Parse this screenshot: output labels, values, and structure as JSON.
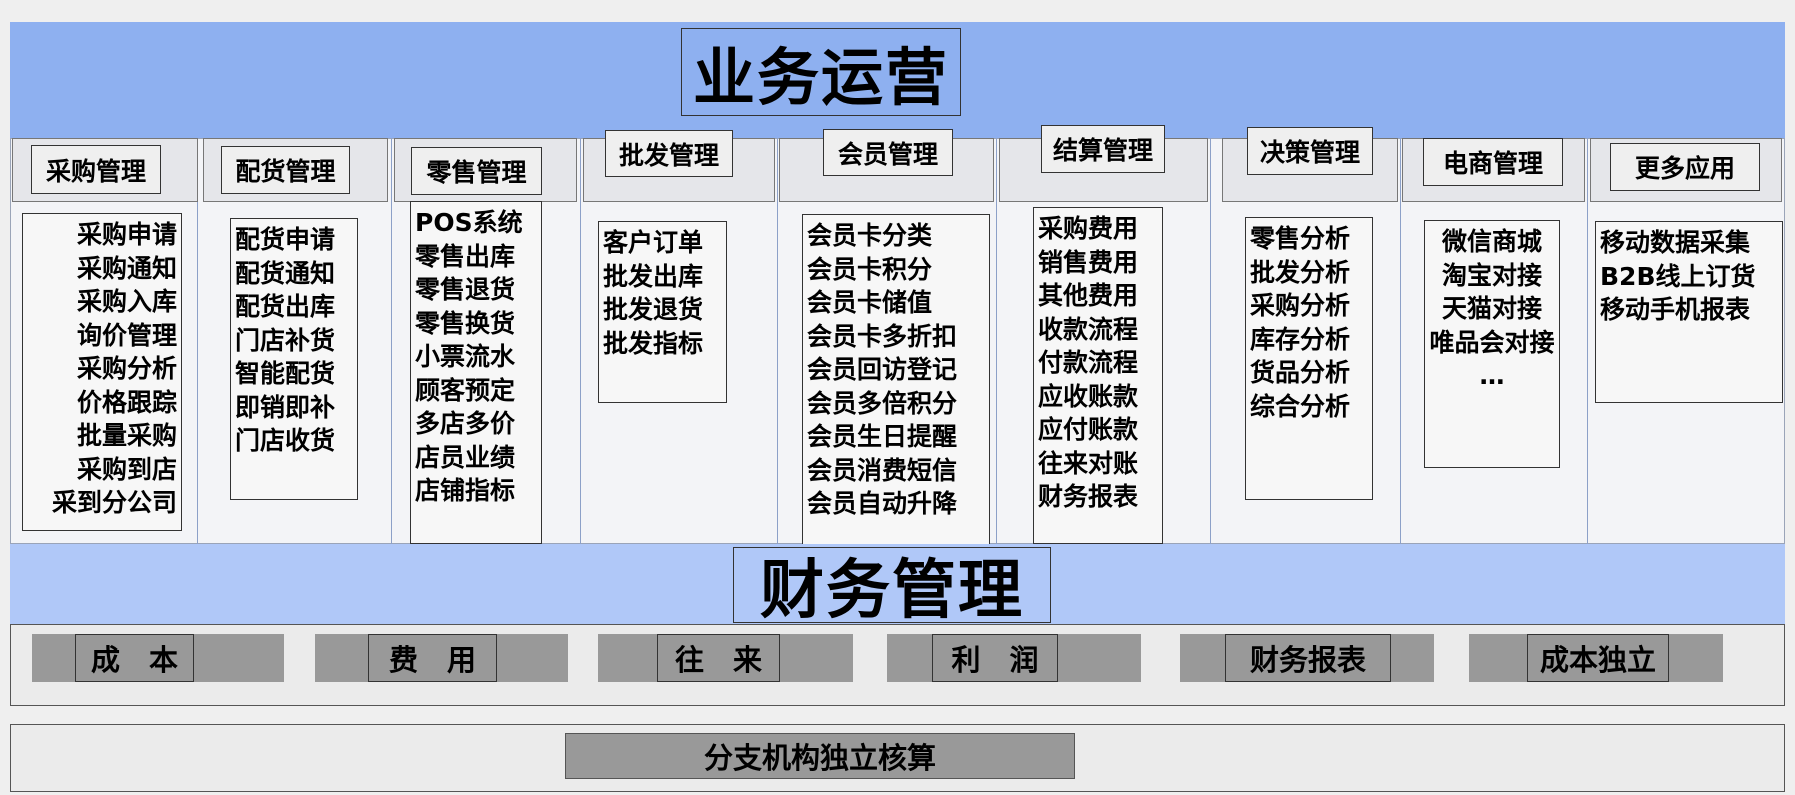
{
  "title": "业务运营",
  "modules": [
    {
      "label": "采购管理",
      "items": [
        "采购申请",
        "采购通知",
        "采购入库",
        "询价管理",
        "采购分析",
        "价格跟踪",
        "批量采购",
        "采购到店",
        "采到分公司"
      ]
    },
    {
      "label": "配货管理",
      "items": [
        "配货申请",
        "配货通知",
        "配货出库",
        "门店补货",
        "智能配货",
        "即销即补",
        "门店收货"
      ]
    },
    {
      "label": "零售管理",
      "items": [
        "POS系统",
        "零售出库",
        "零售退货",
        "零售换货",
        "小票流水",
        "顾客预定",
        "多店多价",
        "店员业绩",
        "店铺指标"
      ]
    },
    {
      "label": "批发管理",
      "items": [
        "客户订单",
        "批发出库",
        "批发退货",
        "批发指标"
      ]
    },
    {
      "label": "会员管理",
      "items": [
        "会员卡分类",
        "会员卡积分",
        "会员卡储值",
        "会员卡多折扣",
        "会员回访登记",
        "会员多倍积分",
        "会员生日提醒",
        "会员消费短信",
        "会员自动升降"
      ]
    },
    {
      "label": "结算管理",
      "items": [
        "采购费用",
        "销售费用",
        "其他费用",
        "收款流程",
        "付款流程",
        "应收账款",
        "应付账款",
        "往来对账",
        "财务报表"
      ]
    },
    {
      "label": "决策管理",
      "items": [
        "零售分析",
        "批发分析",
        "采购分析",
        "库存分析",
        "货品分析",
        "综合分析"
      ]
    },
    {
      "label": "电商管理",
      "items": [
        "微信商城",
        "淘宝对接",
        "天猫对接",
        "唯品会对接",
        "…"
      ]
    },
    {
      "label": "更多应用",
      "items": [
        "移动数据采集",
        "B2B线上订货",
        "移动手机报表"
      ]
    }
  ],
  "finance": {
    "title": "财务管理",
    "items": [
      "成　本",
      "费　用",
      "往　来",
      "利　润",
      "财务报表",
      "成本独立"
    ]
  },
  "bottom": {
    "label": "分支机构独立核算"
  }
}
